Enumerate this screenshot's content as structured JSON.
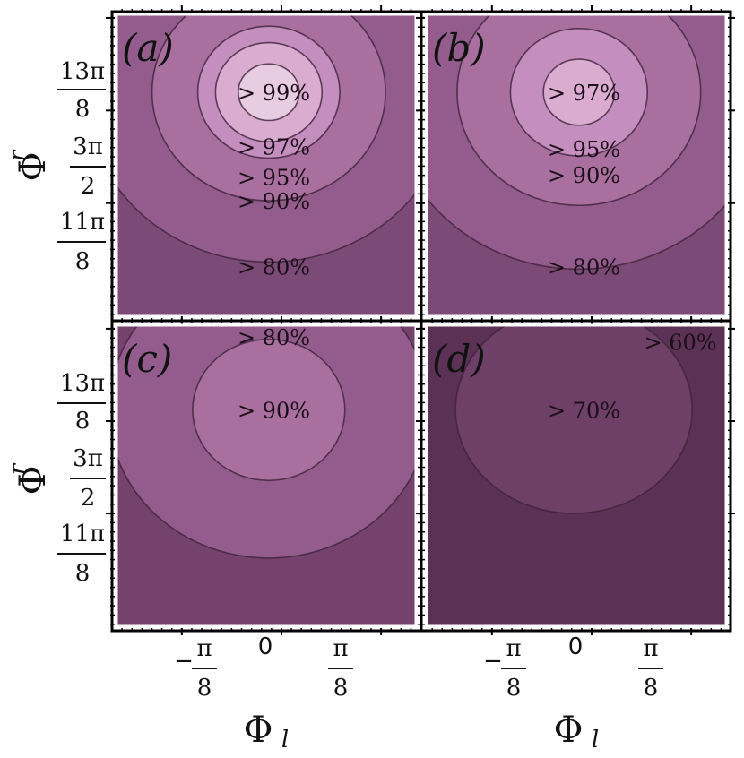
{
  "chart_data": [
    {
      "panel": "a",
      "panel_label": "(a)",
      "type": "contour",
      "xlabel": "Φ_l",
      "ylabel": "Φ_r",
      "xlim": [
        -0.65,
        0.53
      ],
      "ylim": [
        3.84,
        5.12
      ],
      "x_ticks": [
        {
          "value": -0.3927,
          "label": "-π/8"
        },
        {
          "value": 0,
          "label": "0"
        },
        {
          "value": 0.3927,
          "label": "π/8"
        }
      ],
      "y_ticks": [
        {
          "value": 4.3197,
          "label": "11π/8"
        },
        {
          "value": 4.7124,
          "label": "3π/2"
        },
        {
          "value": 5.1051,
          "label": "13π/8"
        }
      ],
      "center": {
        "x": -0.05,
        "y": 4.79
      },
      "contours": [
        {
          "label": "> 99%",
          "radius": 0.12,
          "color": "#e8cde2",
          "label_pos": [
            -0.03,
            4.79
          ]
        },
        {
          "label": "> 97%",
          "radius": 0.21,
          "color": "#d9acd0",
          "label_pos": [
            -0.03,
            4.56
          ]
        },
        {
          "label": "> 95%",
          "radius": 0.28,
          "color": "#c48ebe",
          "label_pos": [
            -0.03,
            4.43
          ]
        },
        {
          "label": "> 90%",
          "radius": 0.46,
          "color": "#a9709f",
          "label_pos": [
            -0.03,
            4.33
          ]
        },
        {
          "label": "> 80%",
          "radius": 0.72,
          "color": "#935c8c",
          "label_pos": [
            -0.03,
            4.05
          ]
        }
      ],
      "background_color": "#7c4a76"
    },
    {
      "panel": "b",
      "panel_label": "(b)",
      "type": "contour",
      "xlabel": "Φ_l",
      "ylabel": "Φ_r",
      "xlim": [
        -0.65,
        0.53
      ],
      "ylim": [
        3.84,
        5.12
      ],
      "x_ticks": [
        {
          "value": -0.3927,
          "label": "-π/8"
        },
        {
          "value": 0,
          "label": "0"
        },
        {
          "value": 0.3927,
          "label": "π/8"
        }
      ],
      "y_ticks": [
        {
          "value": 4.3197,
          "label": "11π/8"
        },
        {
          "value": 4.7124,
          "label": "3π/2"
        },
        {
          "value": 5.1051,
          "label": "13π/8"
        }
      ],
      "center": {
        "x": -0.05,
        "y": 4.79
      },
      "contours": [
        {
          "label": "> 97%",
          "radius": 0.14,
          "color": "#d9acd0",
          "label_pos": [
            -0.03,
            4.79
          ]
        },
        {
          "label": "> 95%",
          "radius": 0.27,
          "color": "#c48ebe",
          "label_pos": [
            -0.03,
            4.55
          ]
        },
        {
          "label": "> 90%",
          "radius": 0.48,
          "color": "#a9709f",
          "label_pos": [
            -0.03,
            4.44
          ]
        },
        {
          "label": "> 80%",
          "radius": 0.75,
          "color": "#935c8c",
          "label_pos": [
            -0.03,
            4.05
          ]
        }
      ],
      "background_color": "#7c4a76"
    },
    {
      "panel": "c",
      "panel_label": "(c)",
      "type": "contour",
      "xlabel": "Φ_l",
      "ylabel": "Φ_r",
      "xlim": [
        -0.65,
        0.53
      ],
      "ylim": [
        3.84,
        5.12
      ],
      "x_ticks": [
        {
          "value": -0.3927,
          "label": "-π/8"
        },
        {
          "value": 0,
          "label": "0"
        },
        {
          "value": 0.3927,
          "label": "π/8"
        }
      ],
      "y_ticks": [
        {
          "value": 4.3197,
          "label": "11π/8"
        },
        {
          "value": 4.7124,
          "label": "3π/2"
        },
        {
          "value": 5.1051,
          "label": "13π/8"
        }
      ],
      "center": {
        "x": -0.05,
        "y": 4.76
      },
      "contours": [
        {
          "label": "> 90%",
          "radius": 0.3,
          "color": "#a9709f",
          "label_pos": [
            -0.03,
            4.76
          ]
        },
        {
          "label": "> 80%",
          "radius": 0.63,
          "color": "#935c8c",
          "label_pos": [
            -0.03,
            5.07
          ]
        }
      ],
      "background_color": "#74426d"
    },
    {
      "panel": "d",
      "panel_label": "(d)",
      "type": "contour",
      "xlabel": "Φ_l",
      "ylabel": "Φ_r",
      "xlim": [
        -0.65,
        0.53
      ],
      "ylim": [
        3.84,
        5.12
      ],
      "x_ticks": [
        {
          "value": -0.3927,
          "label": "-π/8"
        },
        {
          "value": 0,
          "label": "0"
        },
        {
          "value": 0.3927,
          "label": "π/8"
        }
      ],
      "y_ticks": [
        {
          "value": 4.3197,
          "label": "11π/8"
        },
        {
          "value": 4.7124,
          "label": "3π/2"
        },
        {
          "value": 5.1051,
          "label": "13π/8"
        }
      ],
      "center": {
        "x": -0.07,
        "y": 4.76
      },
      "contours": [
        {
          "label": "> 70%",
          "radius": 0.44,
          "color": "#6e3f67",
          "label_pos": [
            -0.03,
            4.76
          ]
        },
        {
          "label": "> 60%",
          "radius": 1.5,
          "color": "#5b3155",
          "label_pos": [
            0.35,
            5.05
          ]
        }
      ],
      "background_color": "#5b3155"
    }
  ]
}
